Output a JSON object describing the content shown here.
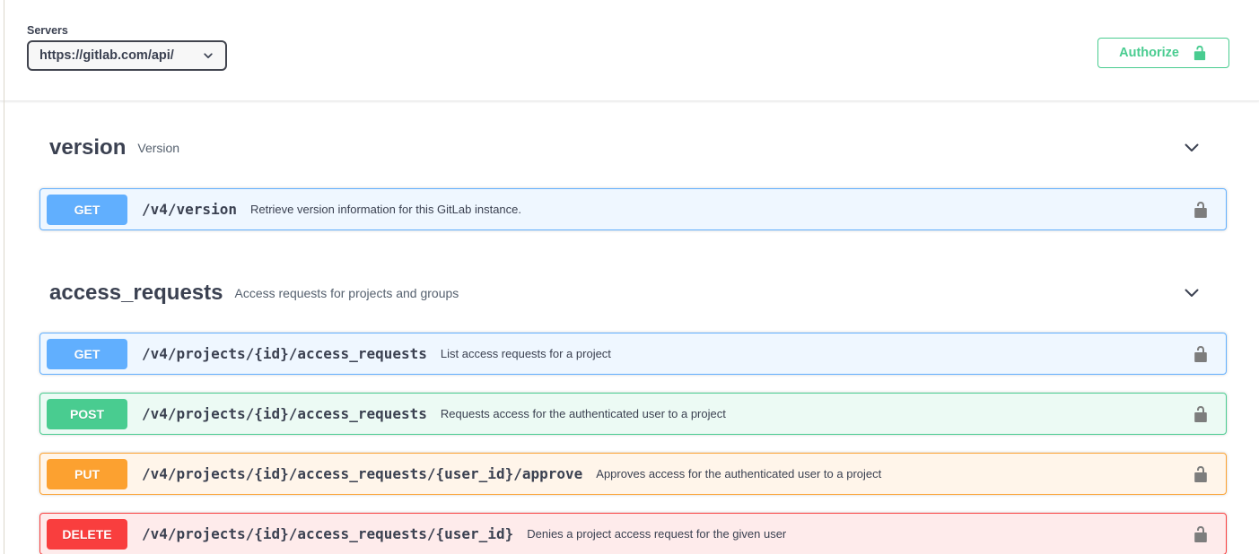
{
  "servers": {
    "label": "Servers",
    "selected_url": "https://gitlab.com/api/"
  },
  "auth": {
    "authorize_label": "Authorize"
  },
  "colors": {
    "get": "#61affe",
    "post": "#49cc90",
    "put": "#fca130",
    "delete": "#f93e3e",
    "authorize_accent": "#49cc90",
    "heading_text": "#3b4151",
    "lock_icon_gray": "#7d7d7d"
  },
  "sections": [
    {
      "title": "version",
      "subtitle": "Version",
      "operations": [
        {
          "method": "GET",
          "path": "/v4/version",
          "summary": "Retrieve version information for this GitLab instance."
        }
      ]
    },
    {
      "title": "access_requests",
      "subtitle": "Access requests for projects and groups",
      "operations": [
        {
          "method": "GET",
          "path": "/v4/projects/{id}/access_requests",
          "summary": "List access requests for a project"
        },
        {
          "method": "POST",
          "path": "/v4/projects/{id}/access_requests",
          "summary": "Requests access for the authenticated user to a project"
        },
        {
          "method": "PUT",
          "path": "/v4/projects/{id}/access_requests/{user_id}/approve",
          "summary": "Approves access for the authenticated user to a project"
        },
        {
          "method": "DELETE",
          "path": "/v4/projects/{id}/access_requests/{user_id}",
          "summary": "Denies a project access request for the given user"
        }
      ]
    }
  ]
}
